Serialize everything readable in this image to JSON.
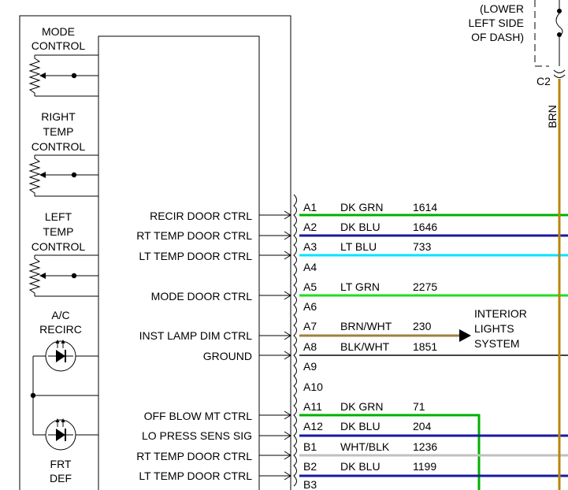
{
  "note": {
    "lines": [
      "(LOWER",
      "LEFT SIDE",
      "OF DASH)"
    ]
  },
  "connector_c2": {
    "label": "C2",
    "wire_color_label": "BRN",
    "wire_hex": "#b8860b"
  },
  "controls": [
    {
      "id": "mode",
      "lines": [
        "MODE",
        "CONTROL"
      ]
    },
    {
      "id": "right-temp",
      "lines": [
        "RIGHT",
        "TEMP",
        "CONTROL"
      ]
    },
    {
      "id": "left-temp",
      "lines": [
        "LEFT",
        "TEMP",
        "CONTROL"
      ]
    }
  ],
  "lamps": [
    {
      "id": "ac-recirc",
      "lines": [
        "A/C",
        "RECIRC"
      ]
    },
    {
      "id": "frt-def",
      "lines": [
        "FRT",
        "DEF"
      ]
    }
  ],
  "signals": [
    "RECIR DOOR CTRL",
    "RT TEMP DOOR CTRL",
    "LT TEMP DOOR CTRL",
    "MODE DOOR CTRL",
    "INST LAMP DIM CTRL",
    "GROUND",
    "OFF BLOW MT CTRL",
    "LO PRESS SENS SIG",
    "RT TEMP DOOR CTRL",
    "LT TEMP DOOR CTRL"
  ],
  "pins": [
    {
      "pin": "A1",
      "color": "DK GRN",
      "circuit": "1614",
      "hex": "#00b000"
    },
    {
      "pin": "A2",
      "color": "DK BLU",
      "circuit": "1646",
      "hex": "#1a1aa0"
    },
    {
      "pin": "A3",
      "color": "LT BLU",
      "circuit": "733",
      "hex": "#00e5ff"
    },
    {
      "pin": "A4",
      "color": "",
      "circuit": "",
      "hex": ""
    },
    {
      "pin": "A5",
      "color": "LT GRN",
      "circuit": "2275",
      "hex": "#22dd22"
    },
    {
      "pin": "A6",
      "color": "",
      "circuit": "",
      "hex": ""
    },
    {
      "pin": "A7",
      "color": "BRN/WHT",
      "circuit": "230",
      "hex": "#a08040"
    },
    {
      "pin": "A8",
      "color": "BLK/WHT",
      "circuit": "1851",
      "hex": "#444444"
    },
    {
      "pin": "A9",
      "color": "",
      "circuit": "",
      "hex": ""
    },
    {
      "pin": "A10",
      "color": "",
      "circuit": "",
      "hex": ""
    },
    {
      "pin": "A11",
      "color": "DK GRN",
      "circuit": "71",
      "hex": "#00b000"
    },
    {
      "pin": "A12",
      "color": "DK BLU",
      "circuit": "204",
      "hex": "#1a1aa0"
    },
    {
      "pin": "B1",
      "color": "WHT/BLK",
      "circuit": "1236",
      "hex": "#c0c0c0"
    },
    {
      "pin": "B2",
      "color": "DK BLU",
      "circuit": "1199",
      "hex": "#1a1aa0"
    },
    {
      "pin": "B3",
      "color": "",
      "circuit": "",
      "hex": ""
    }
  ],
  "destination": {
    "lines": [
      "INTERIOR",
      "LIGHTS",
      "SYSTEM"
    ]
  }
}
